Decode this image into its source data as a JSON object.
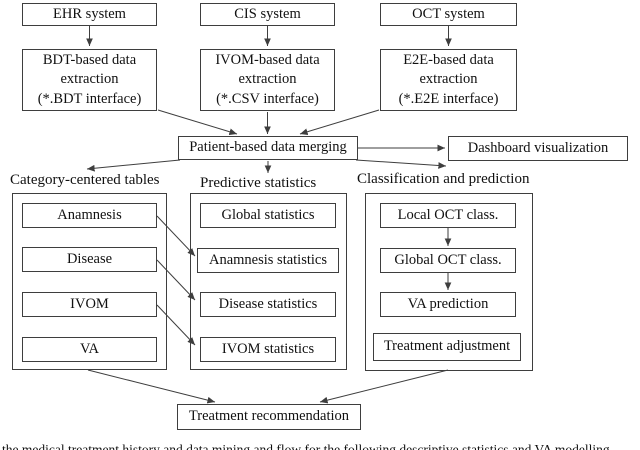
{
  "figure": {
    "systems": [
      {
        "label": "EHR system"
      },
      {
        "label": "CIS system"
      },
      {
        "label": "OCT system"
      }
    ],
    "extraction": [
      {
        "label": "BDT-based data\nextraction\n(*.BDT interface)"
      },
      {
        "label": "IVOM-based data\nextraction\n(*.CSV interface)"
      },
      {
        "label": "E2E-based data\nextraction\n(*.E2E interface)"
      }
    ],
    "merge_label": "Patient-based data merging",
    "dashboard_label": "Dashboard visualization",
    "groups": [
      {
        "title": "Category-centered tables",
        "items": [
          "Anamnesis",
          "Disease",
          "IVOM",
          "VA"
        ]
      },
      {
        "title": "Predictive statistics",
        "items": [
          "Global statistics",
          "Anamnesis statistics",
          "Disease statistics",
          "IVOM statistics"
        ]
      },
      {
        "title": "Classification and prediction",
        "items": [
          "Local OCT class.",
          "Global OCT class.",
          "VA prediction",
          "Treatment adjustment"
        ]
      }
    ],
    "recommendation_label": "Treatment recommendation",
    "caption_fragment": "the medical treatment history and data mining and flow for the following descriptive statistics and VA modelling"
  },
  "colors": {
    "line": "#3e3e3e",
    "text": "#101010",
    "background": "#ffffff"
  }
}
